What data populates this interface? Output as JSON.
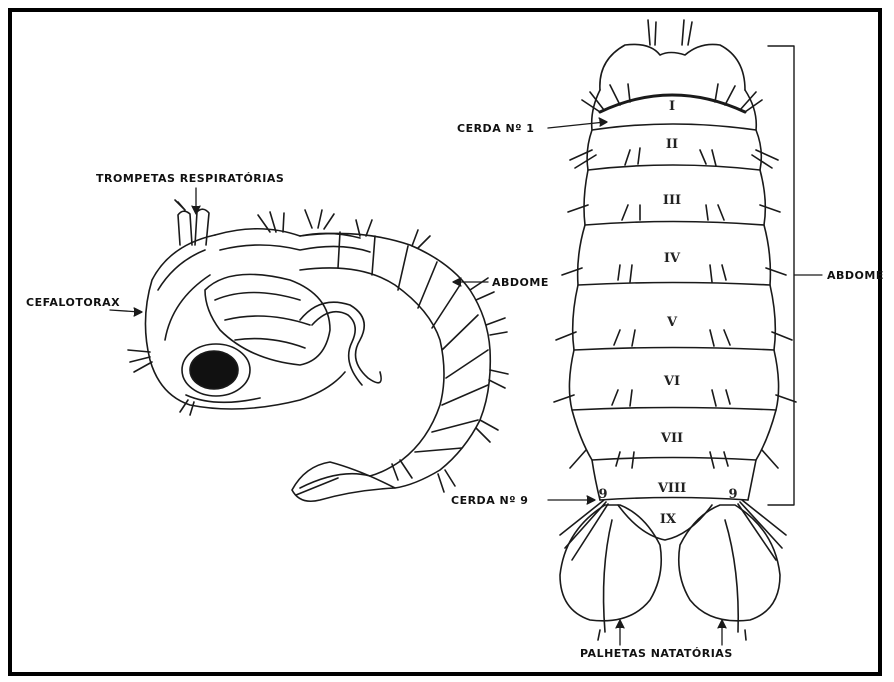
{
  "labels": {
    "trompetas": "TROMPETAS RESPIRATÓRIAS",
    "cefalotorax": "CEFALOTORAX",
    "abdome_left": "ABDOME",
    "abdome_right": "ABDOME",
    "cerda1": "CERDA Nº 1",
    "cerda9": "CERDA Nº 9",
    "palhetas": "PALHETAS NATATÓRIAS"
  },
  "segments": [
    "I",
    "II",
    "III",
    "IV",
    "V",
    "VI",
    "VII",
    "VIII",
    "IX"
  ],
  "seta_marks": [
    "9",
    "9"
  ],
  "colors": {
    "ink": "#1a1a1a",
    "paper": "#ffffff",
    "frame": "#000000"
  }
}
